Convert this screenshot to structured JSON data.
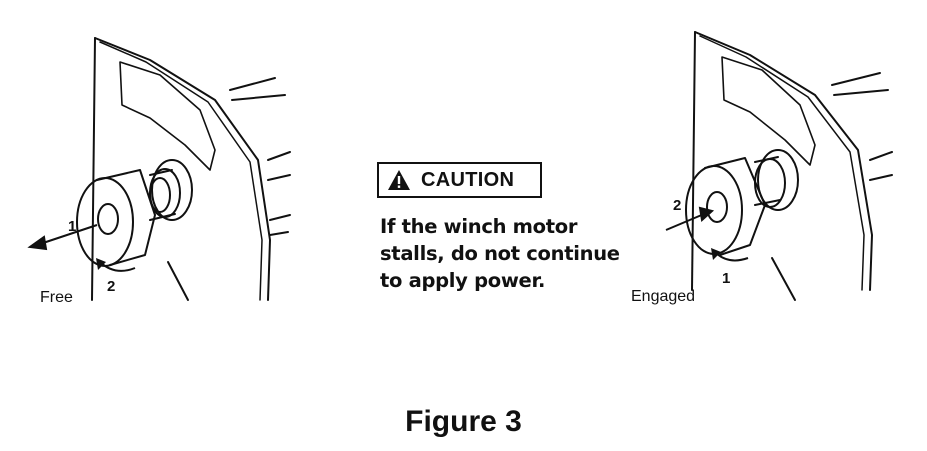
{
  "left_figure": {
    "state_label": "Free",
    "step_pull": "1",
    "step_rotate": "2",
    "icon": "winch-clutch-knob-pulled-out"
  },
  "right_figure": {
    "state_label": "Engaged",
    "step_rotate": "1",
    "step_push": "2",
    "icon": "winch-clutch-knob-pushed-in"
  },
  "caution": {
    "title": "CAUTION",
    "icon": "warning-triangle-icon",
    "lines": [
      "If the winch motor",
      "stalls, do not continue",
      "to apply power."
    ]
  },
  "caption": "Figure 3"
}
